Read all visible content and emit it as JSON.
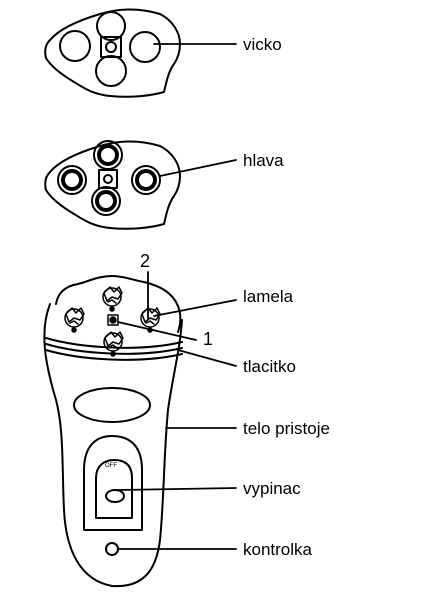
{
  "labels": {
    "lid": "vicko",
    "head": "hlava",
    "blade": "lamela",
    "button": "tlacitko",
    "body": "telo pristoje",
    "switch": "vypinac",
    "indicator": "kontrolka"
  },
  "callouts": {
    "n1": "1",
    "n2": "2"
  },
  "switch_mark": "OFF"
}
